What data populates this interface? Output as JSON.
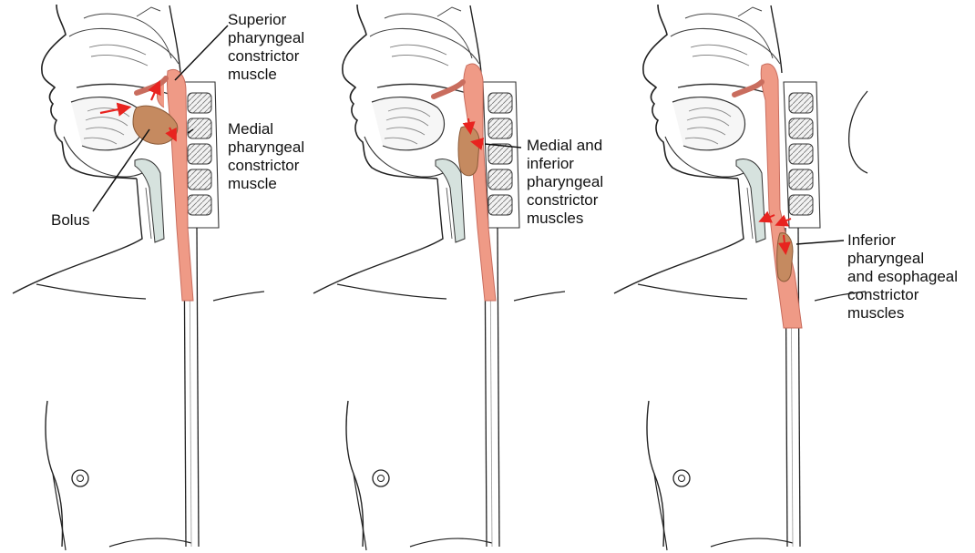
{
  "colors": {
    "muscle": "#ef9a86",
    "muscle_edge": "#c96d5e",
    "bolus": "#c58a60",
    "bolus_edge": "#8a5a38",
    "arrow": "#e8231f",
    "cartilage": "#d6e2de",
    "bone": "#e9e9e9",
    "outline": "#222222"
  },
  "panels": [
    {
      "stage": "oral-pharyngeal",
      "labels": [
        {
          "id": "superior",
          "text": "Superior\npharyngeal\nconstrictor\nmuscle"
        },
        {
          "id": "medial",
          "text": "Medial\npharyngeal\nconstrictor\nmuscle"
        },
        {
          "id": "bolus",
          "text": "Bolus"
        }
      ]
    },
    {
      "stage": "pharyngeal",
      "labels": [
        {
          "id": "medial-inferior",
          "text": "Medial and\ninferior\npharyngeal\nconstrictor\nmuscles"
        }
      ]
    },
    {
      "stage": "esophageal",
      "labels": [
        {
          "id": "inferior-esophageal",
          "text": "Inferior\npharyngeal\nand esophageal\nconstrictor\nmuscles"
        }
      ]
    }
  ]
}
